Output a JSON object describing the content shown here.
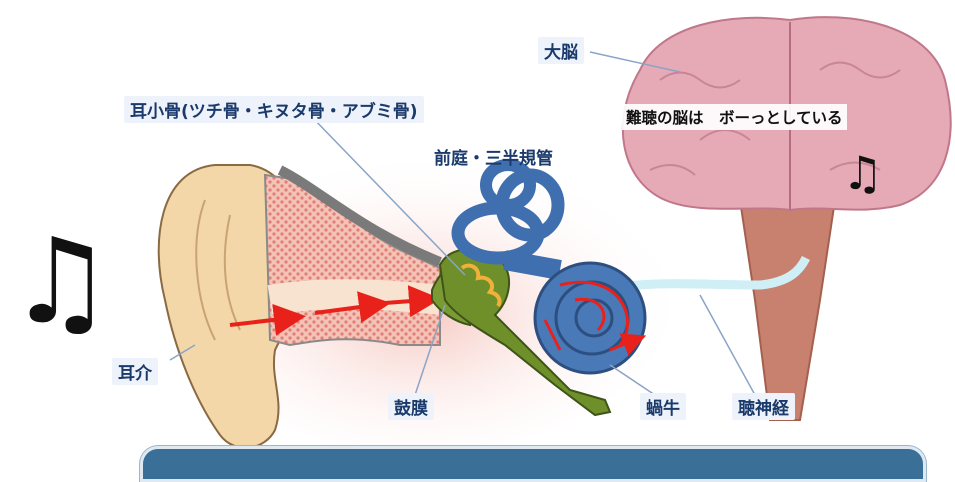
{
  "labels": {
    "cerebrum": "大脳",
    "ossicles": "耳小骨(ツチ骨・キヌタ骨・アブミ骨)",
    "vestibule": "前庭・三半規管",
    "auricle": "耳介",
    "eardrum": "鼓膜",
    "cochlea": "蝸牛",
    "auditory_nerve": "聴神経"
  },
  "caption": "難聴の脳は　ボーっとしている",
  "notes": {
    "large": "♫",
    "small": "♫"
  },
  "colors": {
    "brain": "#e6a9b6",
    "ear_skin": "#f3d7a8",
    "canal": "#e9a8a0",
    "cochlea": "#3f6fae",
    "ossicle_green": "#6f8f2a",
    "label_text": "#1a3a6b",
    "panel": "#3a6f97"
  }
}
